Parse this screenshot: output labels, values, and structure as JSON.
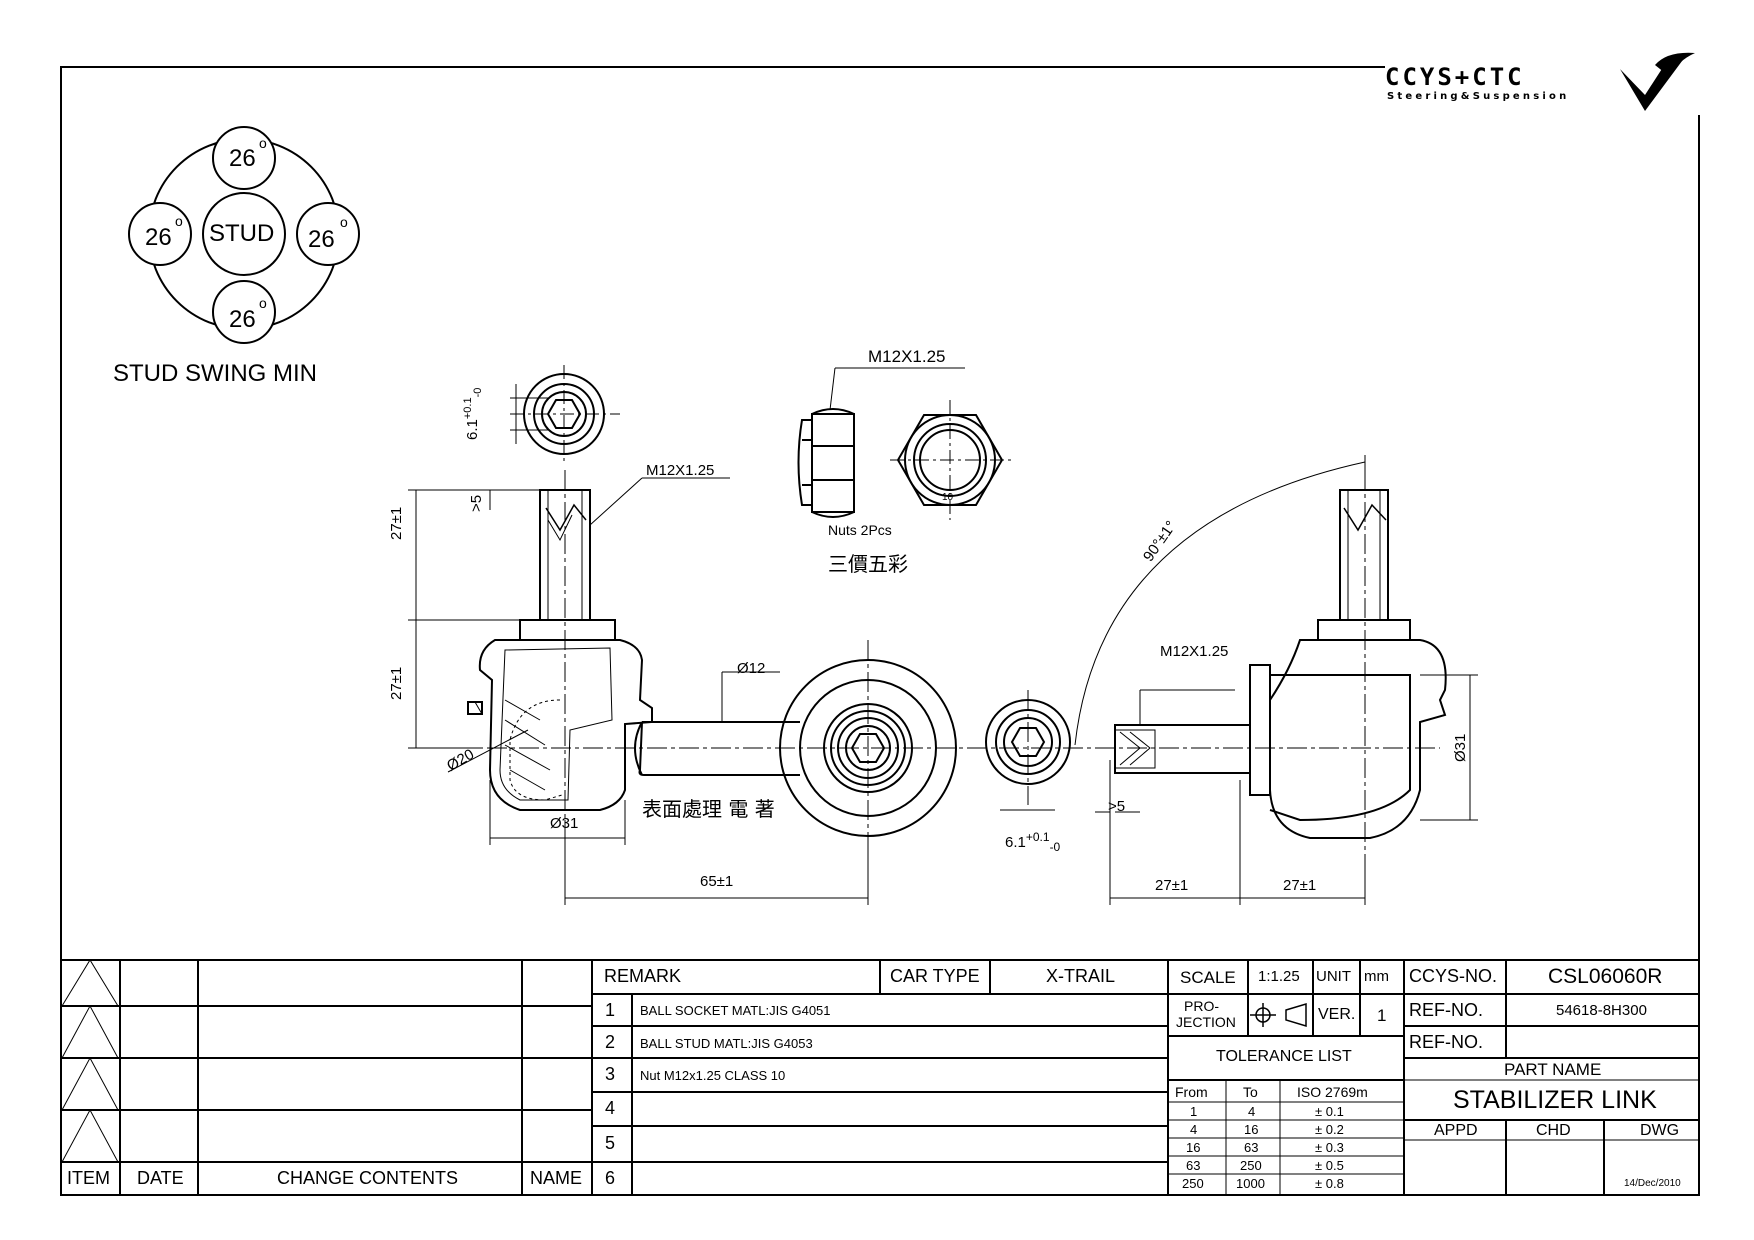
{
  "logo": {
    "brand": "CCYS+CTC",
    "tagline": "Steering&Suspension"
  },
  "swing": {
    "top": "26",
    "left": "26",
    "right": "26",
    "bottom": "26",
    "degree": "o",
    "center": "STUD",
    "caption": "STUD SWING MIN"
  },
  "dims": {
    "stud_thread_top": "M12X1.25",
    "nut_thread": "M12X1.25",
    "right_thread": "M12X1.25",
    "hex_a": "6.1",
    "hex_tol_plus": "+0.1",
    "hex_tol_minus": "-0",
    "thread_gt5": ">5",
    "stud_len": "27±1",
    "body_len": "27±1",
    "ball_dia": "Ø20",
    "rod_dia": "Ø12",
    "socket_dia": "Ø31",
    "center_len": "65±1",
    "angle": "90°±1°",
    "right_len_a": "27±1",
    "right_len_b": "27±1",
    "right_dia": "Ø31",
    "right_gt5": ">5",
    "nut_tag": "10"
  },
  "notes": {
    "nuts": "Nuts 2Pcs",
    "nuts_cn": "三價五彩",
    "surface_cn": "表面處理 電 著"
  },
  "revision": {
    "headers": {
      "item": "ITEM",
      "date": "DATE",
      "change": "CHANGE CONTENTS",
      "name": "NAME"
    }
  },
  "remarks": {
    "header": "REMARK",
    "car_type_label": "CAR TYPE",
    "car_type": "X-TRAIL",
    "rows": [
      {
        "no": "1",
        "text": "BALL SOCKET MATL:JIS G4051"
      },
      {
        "no": "2",
        "text": "BALL STUD MATL:JIS G4053"
      },
      {
        "no": "3",
        "text": "Nut M12x1.25 CLASS 10"
      },
      {
        "no": "4",
        "text": ""
      },
      {
        "no": "5",
        "text": ""
      },
      {
        "no": "6",
        "text": ""
      }
    ]
  },
  "spec": {
    "scale_label": "SCALE",
    "scale": "1:1.25",
    "unit_label": "UNIT",
    "unit": "mm",
    "projection_label_1": "PRO-",
    "projection_label_2": "JECTION",
    "ver_label": "VER.",
    "ver": "1",
    "tolerance_title": "TOLERANCE LIST",
    "tol_headers": {
      "from": "From",
      "to": "To",
      "iso": "ISO 2769m"
    },
    "tol_rows": [
      {
        "from": "1",
        "to": "4",
        "tol": "± 0.1"
      },
      {
        "from": "4",
        "to": "16",
        "tol": "± 0.2"
      },
      {
        "from": "16",
        "to": "63",
        "tol": "± 0.3"
      },
      {
        "from": "63",
        "to": "250",
        "tol": "± 0.5"
      },
      {
        "from": "250",
        "to": "1000",
        "tol": "± 0.8"
      }
    ]
  },
  "part": {
    "ccys_label": "CCYS-NO.",
    "ccys_no": "CSL06060R",
    "ref_label_1": "REF-NO.",
    "ref_no_1": "54618-8H300",
    "ref_label_2": "REF-NO.",
    "ref_no_2": "",
    "part_name_label": "PART NAME",
    "part_name": "STABILIZER LINK",
    "appd": "APPD",
    "chd": "CHD",
    "dwg": "DWG",
    "date": "14/Dec/2010"
  }
}
